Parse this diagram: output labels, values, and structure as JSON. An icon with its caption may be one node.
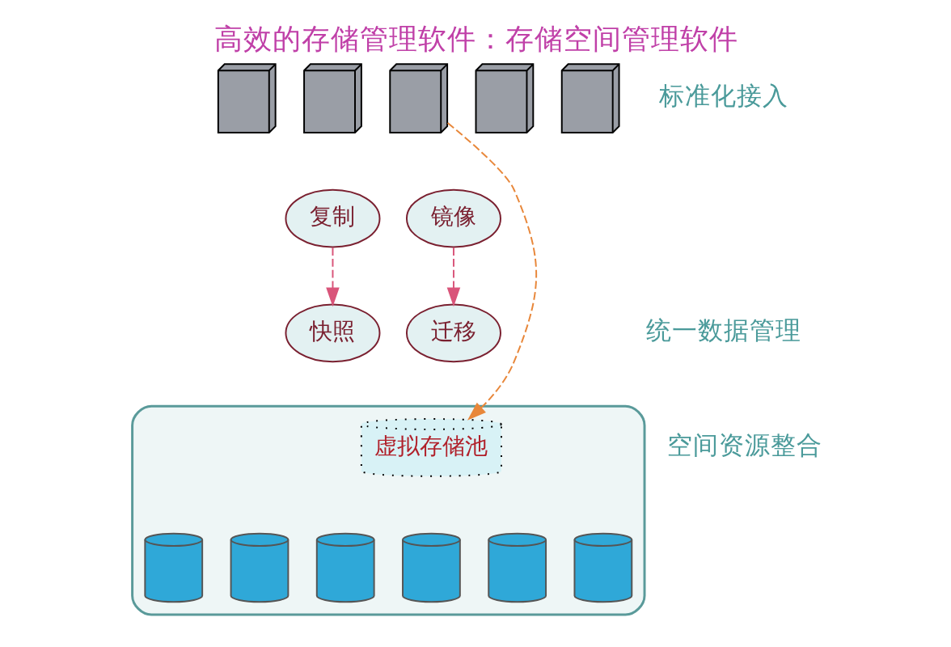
{
  "diagram": {
    "title": "高效的存储管理软件：存储空间管理软件",
    "nodes": [
      {
        "text": [],
        "shape": "picture"
      },
      {
        "text": [],
        "shape": "picture"
      },
      {
        "text": [],
        "shape": "picture"
      },
      {
        "text": [],
        "shape": "picture"
      },
      {
        "text": [],
        "shape": "picture"
      },
      {
        "text": [
          "复制"
        ]
      },
      {
        "text": [
          "镜像"
        ]
      },
      {
        "text": [
          "快照"
        ]
      },
      {
        "text": [
          "迁移"
        ]
      },
      {
        "text": [],
        "shape": "ellipse"
      },
      {
        "text": [
          "虚拟存储池"
        ],
        "in": 9
      },
      {
        "text": [],
        "shape": "picture",
        "in": 9
      },
      {
        "text": [],
        "shape": "picture",
        "in": 9
      },
      {
        "text": [],
        "shape": "picture",
        "in": 9
      },
      {
        "text": [],
        "shape": "picture",
        "in": 9
      },
      {
        "text": [],
        "shape": "picture",
        "in": 9
      },
      {
        "text": [],
        "shape": "picture",
        "in": 9
      }
    ],
    "edges": [
      {
        "from": 2,
        "to": 10,
        "arrow": "to",
        "style": "dashed",
        "color": "#e8873a"
      },
      {
        "from": 5,
        "to": 7,
        "arrow": "to",
        "style": "dashed",
        "color": "#d9557a"
      },
      {
        "from": 6,
        "to": 8,
        "arrow": "to",
        "style": "dashed",
        "color": "#d9557a"
      }
    ],
    "labels": [
      "标准化接入",
      "统一数据管理",
      "空间资源整合"
    ]
  }
}
